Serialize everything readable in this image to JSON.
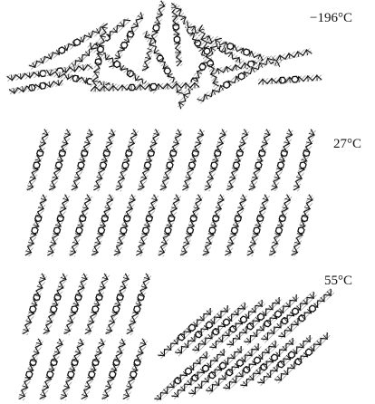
{
  "figure": {
    "panels": [
      {
        "temperature_label": "−196°C",
        "arrangement": "disordered-starburst"
      },
      {
        "temperature_label": "27°C",
        "arrangement": "ordered-tilted-rows"
      },
      {
        "temperature_label": "55°C",
        "arrangement": "two-tilted-domains"
      }
    ],
    "colors": {
      "ink": "#111111",
      "hatch": "#8a8a8a"
    }
  }
}
